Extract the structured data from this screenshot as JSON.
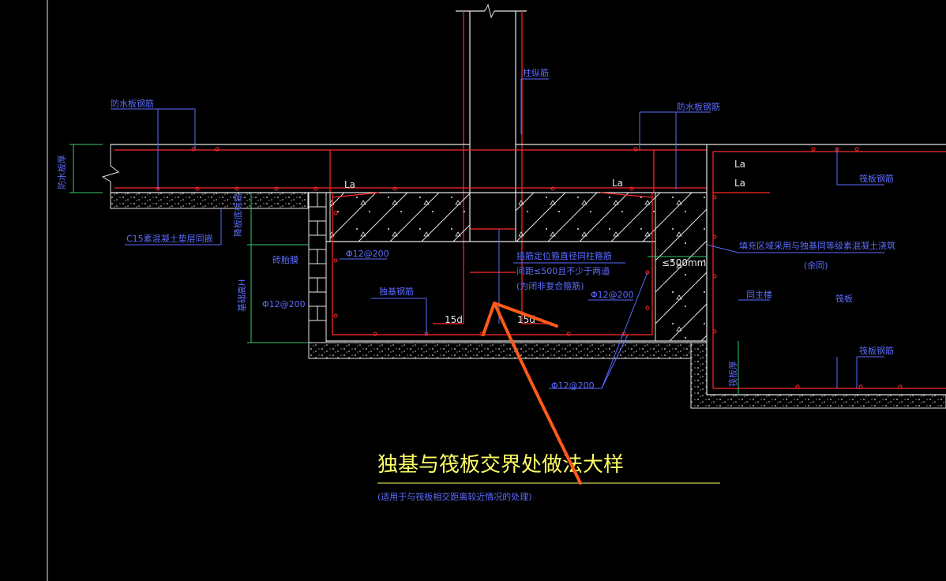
{
  "title": "独基与筏板交界处做法大样",
  "subtitle": "(适用于与筏板相交距离较近情况的处理)",
  "labels": {
    "waterproof_rebar_left": "防水板钢筋",
    "waterproof_rebar_right": "防水板钢筋",
    "waterproof_thickness": "防水板厚",
    "cushion": "C15素混凝土垫层同嵌",
    "floor_level": "降板底标高",
    "brick_mold": "砖胎膜",
    "found_height": "基础高H",
    "column_rebar": "柱纵筋",
    "dowel_note_1": "插筋定位箍直径同柱箍筋",
    "dowel_note_2": "间距≤500且不少于两道",
    "dowel_note_3": "(为闭非复合箍筋)",
    "found_rebar": "独基钢筋",
    "fill_note": "填充区域采用与独基同等级素混凝土浇筑",
    "same_below": "(余同)",
    "upper_main": "同主楼",
    "raft": "筏板",
    "raft_rebar_top": "筏板钢筋",
    "raft_rebar_bottom": "筏板钢筋",
    "raft_thickness": "筏板厚",
    "la_1": "La",
    "la_2": "La",
    "la_3": "La",
    "la_4": "La",
    "phi_1": "Φ12@200",
    "phi_2": "Φ12@200",
    "phi_3": "Φ12@200",
    "phi_4": "Φ12@200",
    "d15_left": "15d",
    "d15_right": "15d",
    "dim_500": "≤500mm"
  },
  "colors": {
    "background": "#000000",
    "rebar": "#ff2a2a",
    "outline": "#e6e6e6",
    "leader": "#5c6cff",
    "title": "#ffff66",
    "dimension": "#33cc66",
    "annotation": "#ff5a1a"
  }
}
